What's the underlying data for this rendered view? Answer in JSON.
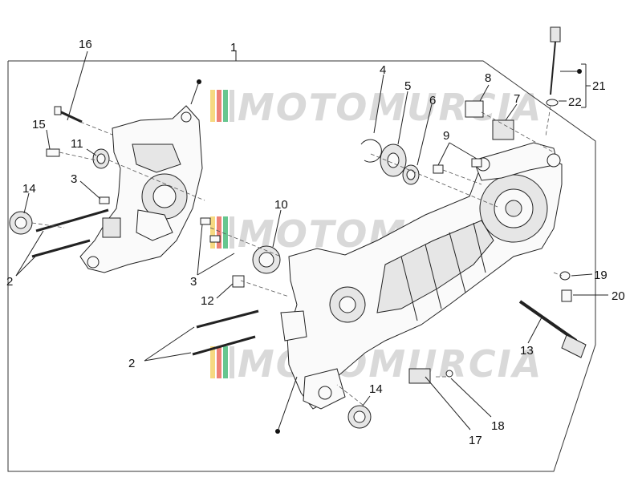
{
  "diagram": {
    "watermark_text": "MOTOMURCIA",
    "watermark_stripe_colors": [
      "#f2c94c",
      "#e74c3c",
      "#27ae60",
      "#d9d9d9"
    ],
    "callouts": {
      "c1": "1",
      "c2a": "2",
      "c2b": "2",
      "c3a": "3",
      "c3b": "3",
      "c4": "4",
      "c5": "5",
      "c6": "6",
      "c7": "7",
      "c8": "8",
      "c9": "9",
      "c10": "10",
      "c11": "11",
      "c12": "12",
      "c13": "13",
      "c14a": "14",
      "c14b": "14",
      "c15": "15",
      "c16": "16",
      "c17": "17",
      "c18": "18",
      "c19": "19",
      "c20": "20",
      "c21": "21",
      "c22": "22"
    }
  }
}
